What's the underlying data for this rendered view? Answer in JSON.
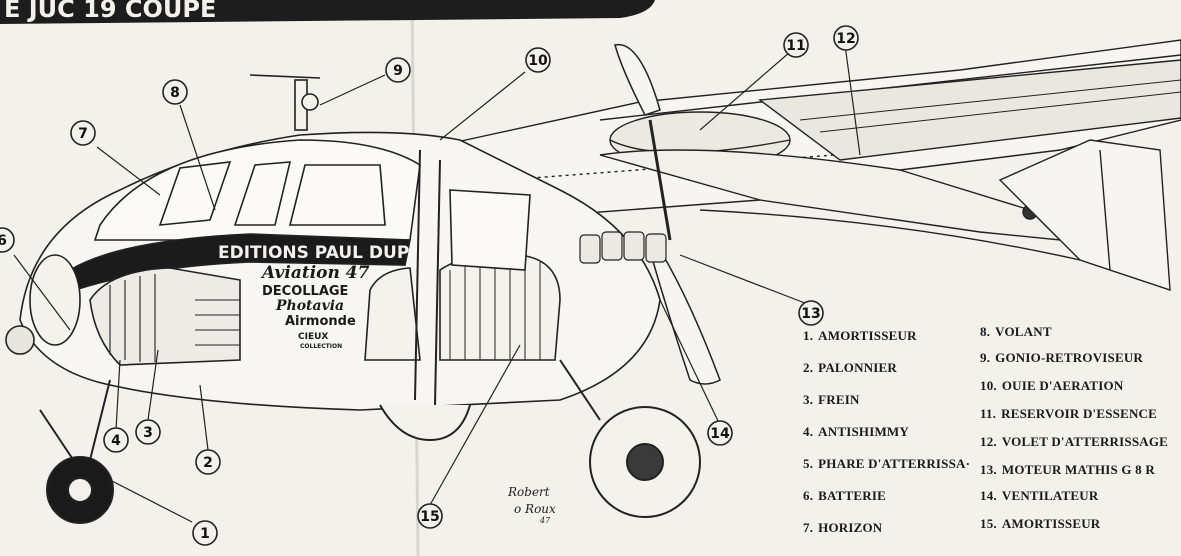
{
  "banner": {
    "title": "E JUC 19 COUPE"
  },
  "fuselage_text": {
    "line1": "EDITIONS PAUL DUP",
    "line2": "Aviation 47",
    "line3": "DECOLLAGE",
    "line4": "Photavia",
    "line5": "Airmonde",
    "line6": "CIEUX",
    "line7": "COLLECTION"
  },
  "signature": {
    "name": "Robert",
    "surname": "o Roux",
    "year": "47"
  },
  "callouts": [
    "1",
    "2",
    "3",
    "4",
    "6",
    "7",
    "8",
    "9",
    "10",
    "11",
    "12",
    "13",
    "14",
    "15"
  ],
  "legend": [
    {
      "num": "1.",
      "label": "AMORTISSEUR"
    },
    {
      "num": "2.",
      "label": "PALONNIER"
    },
    {
      "num": "3.",
      "label": "FREIN"
    },
    {
      "num": "4.",
      "label": "ANTISHIMMY"
    },
    {
      "num": "5.",
      "label": "PHARE D'ATTERRISSA·"
    },
    {
      "num": "6.",
      "label": "BATTERIE"
    },
    {
      "num": "7.",
      "label": "HORIZON"
    },
    {
      "num": "8.",
      "label": "VOLANT"
    },
    {
      "num": "9.",
      "label": "GONIO-RETROVISEUR"
    },
    {
      "num": "10.",
      "label": "OUIE D'AERATION"
    },
    {
      "num": "11.",
      "label": "RESERVOIR D'ESSENCE"
    },
    {
      "num": "12.",
      "label": "VOLET D'ATTERRISSAGE"
    },
    {
      "num": "13.",
      "label": "MOTEUR  MATHIS G 8 R"
    },
    {
      "num": "14.",
      "label": "VENTILATEUR"
    },
    {
      "num": "15.",
      "label": "AMORTISSEUR"
    }
  ]
}
